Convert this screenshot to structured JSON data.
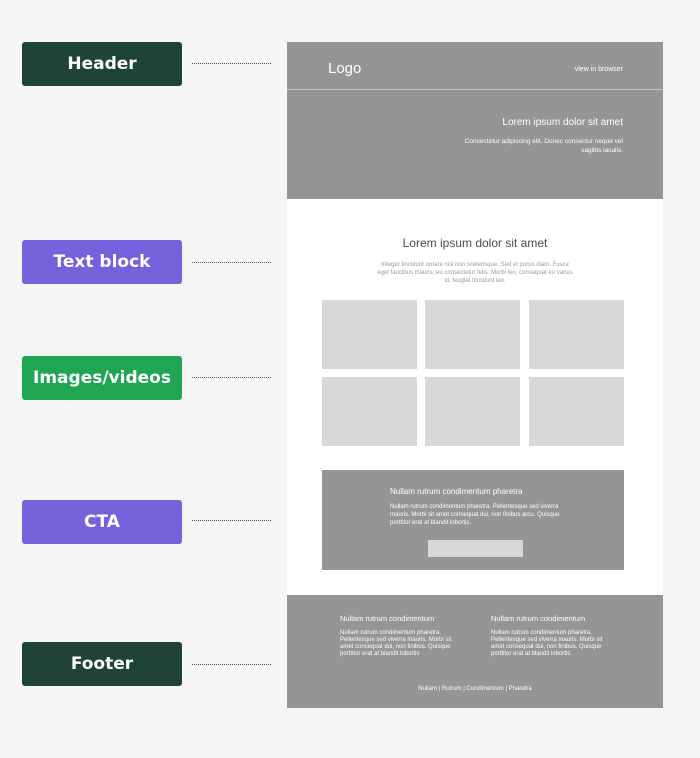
{
  "labels": [
    {
      "text": "Header",
      "color": "#1f4436"
    },
    {
      "text": "Text block",
      "color": "#7461dc"
    },
    {
      "text": "Images/videos",
      "color": "#20a652"
    },
    {
      "text": "CTA",
      "color": "#7461dc"
    },
    {
      "text": "Footer",
      "color": "#1f4436"
    }
  ],
  "email": {
    "header": {
      "logo": "Logo",
      "view_in_browser": "view in browser",
      "hero_title": "Lorem ipsum dolor sit amet",
      "hero_body": "Consectetur adipiscing elit. Donec consectur neque vel sagittis iaculis."
    },
    "text_block": {
      "title": "Lorem ipsum dolor sit amet",
      "body": "Integer tincidunt ornare nisl non scelerisque. Sed et purus diam. Fusce eget faucibus mauris, eu consectetur felis. Morbi leo, consequat eu varius id, feugiat tincidunt leo."
    },
    "media": {
      "count": 6,
      "rows": 2,
      "cols": 3
    },
    "cta": {
      "title": "Nullam rutrum condimentum pharetra",
      "body": "Nullam rutrum condimentum pharetra. Pellentesque sed viverra mauris. Morbi sit amet consequat dui, non finibus arcu. Quisque porttitor erat at blandit lobortis."
    },
    "footer": {
      "columns": [
        {
          "title": "Nullam rutrum condimentum",
          "body": "Nullam rutrum condimentum pharetra. Pellentesque sed viverra mauris. Morbi sit amet consequat dui, non finibus. Quisque porttitor erat at blandit lobortis"
        },
        {
          "title": "Nullam rutrum condimentum",
          "body": "Nullam rutrum condimentum pharetra. Pellentesque sed viverra mauris. Morbi sit amet consequat dui, non finibus. Quisque porttitor erat at blandit lobortis"
        }
      ],
      "nav": "Nullam | Rutrum | Condimentum | Pharetra"
    }
  }
}
